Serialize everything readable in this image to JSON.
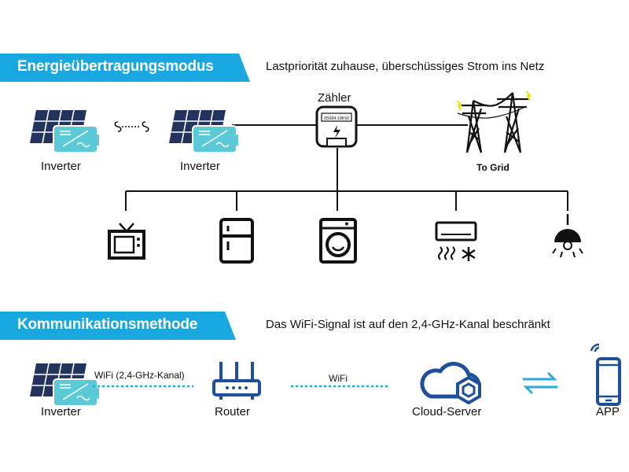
{
  "section1": {
    "title": "Energieübertragungsmodus",
    "subtitle": "Lastpriorität zuhause, überschüssiges Strom ins Netz",
    "inverter1_label": "Inverter",
    "inverter2_label": "Inverter",
    "meter_label": "Zähler",
    "meter_reading": "05684.18KW",
    "grid_label": "To Grid",
    "appliances": [
      "tv-icon",
      "fridge-icon",
      "washing-machine-icon",
      "air-conditioner-icon",
      "ceiling-lamp-icon"
    ]
  },
  "section2": {
    "title": "Kommunikationsmethode",
    "subtitle": "Das WiFi-Signal ist auf den 2,4-GHz-Kanal beschränkt",
    "inverter_label": "Inverter",
    "link1_label": "WiFi (2,4-GHz-Kanal)",
    "router_label": "Router",
    "link2_label": "WiFi",
    "cloud_label": "Cloud-Server",
    "app_label": "APP"
  },
  "colors": {
    "banner_cyan": "#19a7e0",
    "panel_navy": "#22335e",
    "inverter_teal": "#5cc9d6",
    "router_blue": "#1f4f9c",
    "link_cyan": "#2aa9e0"
  }
}
